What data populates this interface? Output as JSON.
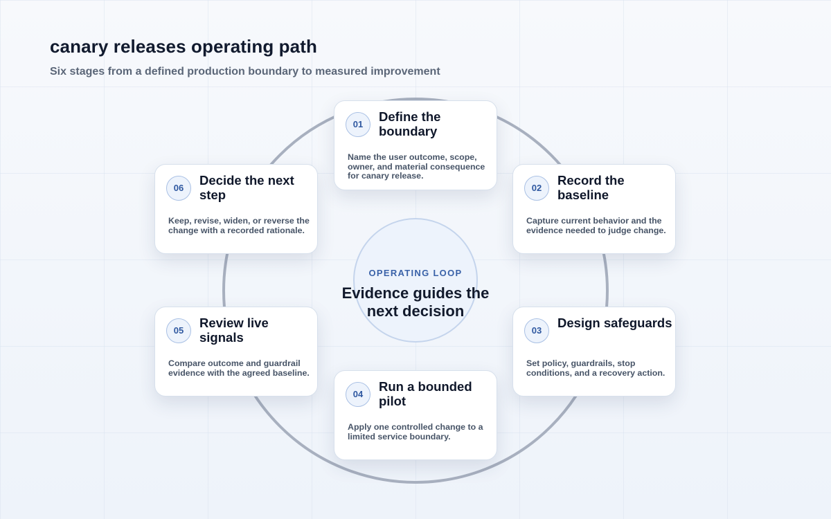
{
  "header": {
    "title": "canary releases operating path",
    "subtitle": "Six stages from a defined production boundary to measured improvement"
  },
  "center": {
    "kicker": "OPERATING LOOP",
    "headline": "Evidence guides the next decision"
  },
  "stages": [
    {
      "number": "01",
      "title": "Define the boundary",
      "description": "Name the user outcome, scope, owner, and material consequence for canary release."
    },
    {
      "number": "02",
      "title": "Record the baseline",
      "description": "Capture current behavior and the evidence needed to judge change."
    },
    {
      "number": "03",
      "title": "Design safeguards",
      "description": "Set policy, guardrails, stop conditions, and a recovery action."
    },
    {
      "number": "04",
      "title": "Run a bounded pilot",
      "description": "Apply one controlled change to a limited service boundary."
    },
    {
      "number": "05",
      "title": "Review live signals",
      "description": "Compare outcome and guardrail evidence with the agreed baseline."
    },
    {
      "number": "06",
      "title": "Decide the next step",
      "description": "Keep, revise, widen, or reverse the change with a recorded rationale."
    }
  ],
  "colors": {
    "ring": "#a8b0bf",
    "accent": "#3a62a8",
    "badge_border": "#a9c0e4",
    "badge_fill": "#edf3fc",
    "title_text": "#111a2e",
    "body_text": "#475467"
  }
}
